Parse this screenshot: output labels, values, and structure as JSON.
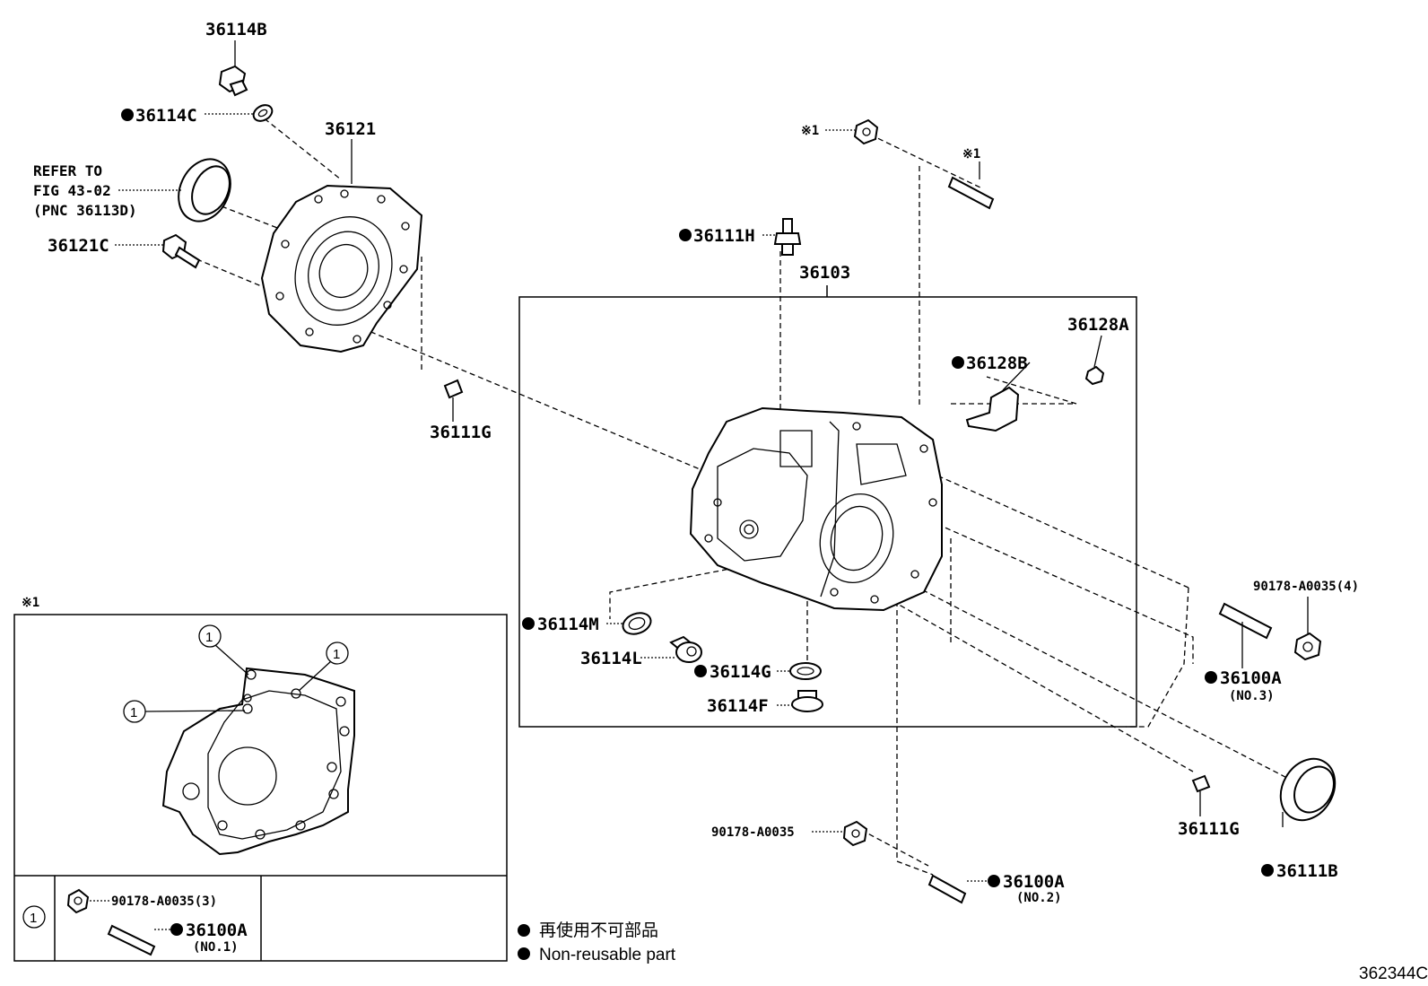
{
  "parts": {
    "p36114B": "36114B",
    "p36114C": "36114C",
    "p36121": "36121",
    "refer_line1": "REFER TO",
    "refer_line2": "FIG 43-02",
    "refer_line3": "(PNC 36113D)",
    "p36121C": "36121C",
    "p36111G_top": "36111G",
    "p36111H": "36111H",
    "p36103": "36103",
    "p36128A": "36128A",
    "p36128B": "36128B",
    "ref1_nut": "※1",
    "ref1_stud": "※1",
    "p36114M": "36114M",
    "p36114L": "36114L",
    "p36114G": "36114G",
    "p36114F": "36114F",
    "p90178_4": "90178-A0035(4)",
    "p36100A_no3": "36100A",
    "no3": "(NO.3)",
    "p36111G_right": "36111G",
    "p36111B": "36111B",
    "p90178": "90178-A0035",
    "p36100A_no2": "36100A",
    "no2": "(NO.2)"
  },
  "inset": {
    "ref_mark": "※1",
    "callout_1a": "1",
    "callout_1b": "1",
    "callout_1c": "1",
    "row_marker": "1",
    "row_nut": "90178-A0035(3)",
    "row_stud": "36100A",
    "row_no": "(NO.1)"
  },
  "legend": {
    "jp": "再使用不可部品",
    "en": "Non-reusable part"
  },
  "figure_id": "362344C"
}
